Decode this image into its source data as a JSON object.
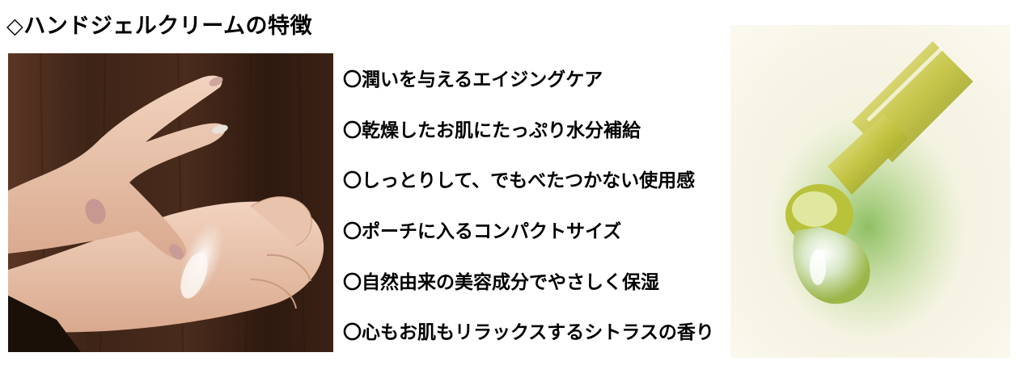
{
  "heading": "◇ハンドジェルクリームの特徴",
  "features": [
    "〇潤いを与えるエイジングケア",
    "〇乾燥したお肌にたっぷり水分補給",
    "〇しっとりして、でもべたつかない使用感",
    "〇ポーチに入るコンパクトサイズ",
    "〇自然由来の美容成分でやさしく保湿",
    "〇心もお肌もリラックスするシトラスの香り"
  ],
  "colors": {
    "wood": "#3a2216",
    "skin": "#e8c0a8",
    "oil": "#b8c23a",
    "background": "#ffffff"
  }
}
